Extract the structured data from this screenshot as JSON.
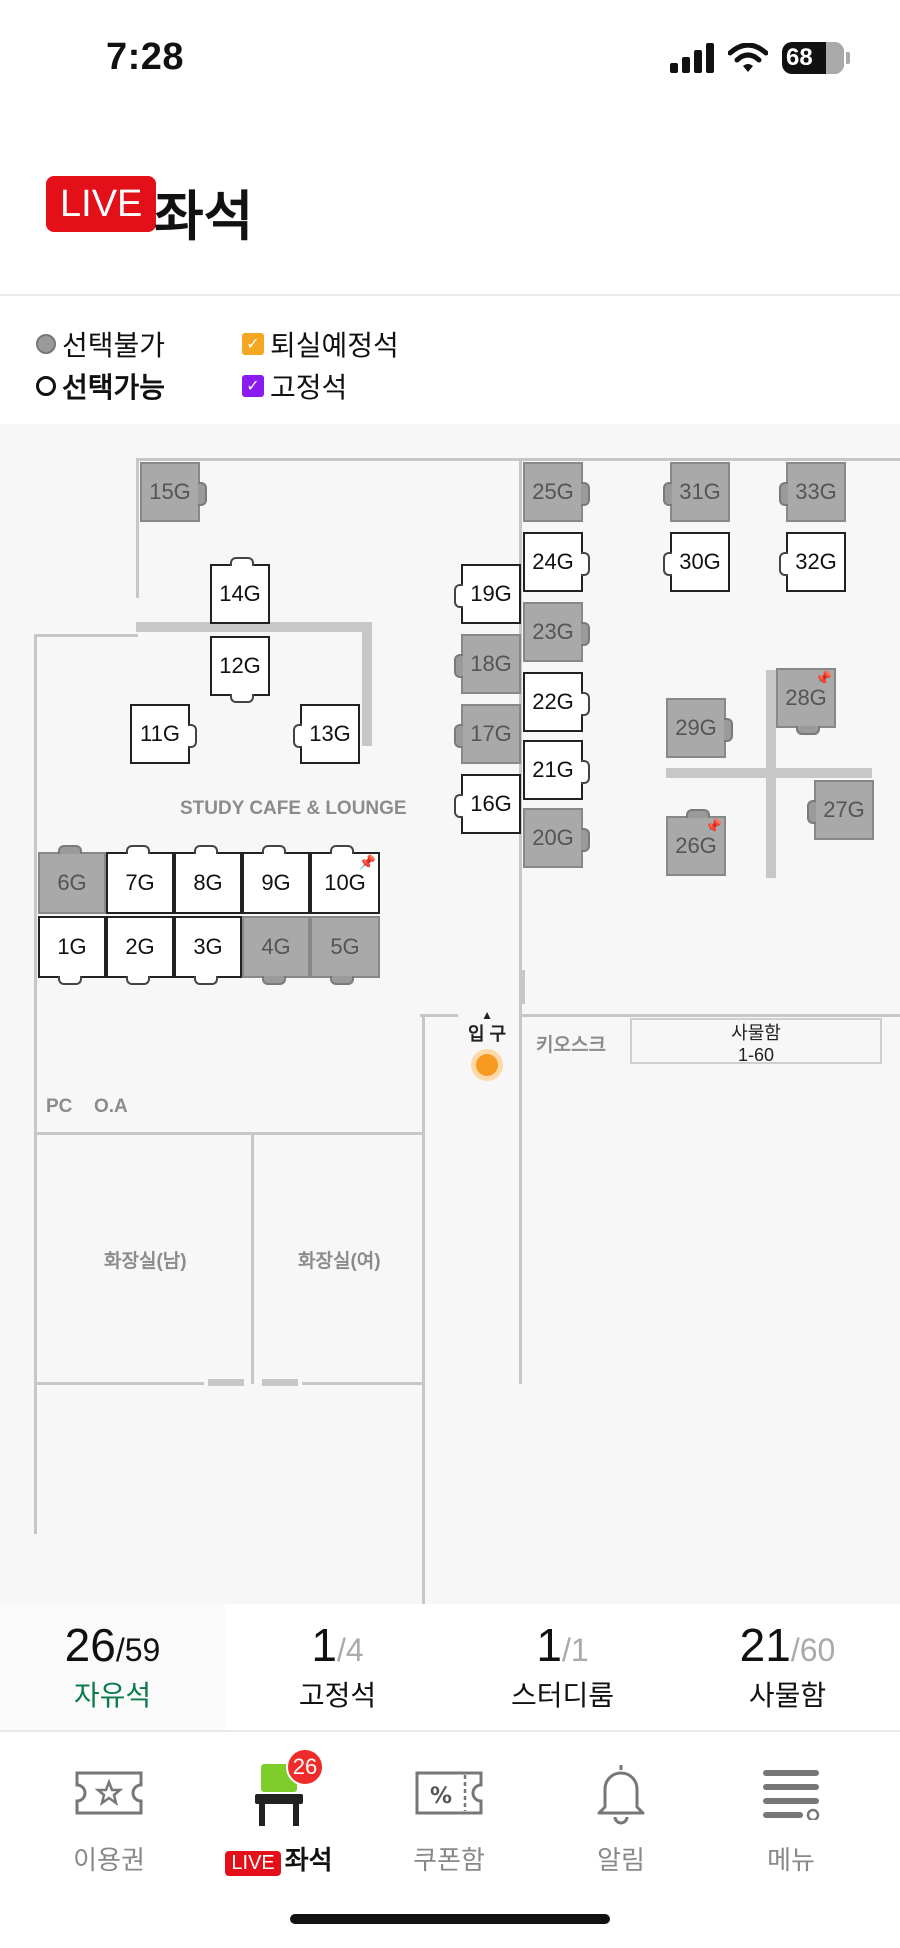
{
  "status": {
    "time": "7:28",
    "battery": "68"
  },
  "header": {
    "live": "LIVE",
    "title": "좌석"
  },
  "legend": {
    "unavailable": "선택불가",
    "available": "선택가능",
    "leaving_soon": "퇴실예정석",
    "fixed": "고정석"
  },
  "map": {
    "area_label": "STUDY CAFE & LOUNGE",
    "entrance": "입 구",
    "kiosk": "키오스크",
    "locker": "사물함",
    "locker_range": "1-60",
    "pc": "PC",
    "oa": "O.A",
    "restroom_m": "화장실(남)",
    "restroom_f": "화장실(여)",
    "seats": {
      "s15": "15G",
      "s14": "14G",
      "s12": "12G",
      "s11": "11G",
      "s13": "13G",
      "s19": "19G",
      "s18": "18G",
      "s17": "17G",
      "s16": "16G",
      "s25": "25G",
      "s24": "24G",
      "s23": "23G",
      "s22": "22G",
      "s21": "21G",
      "s20": "20G",
      "s31": "31G",
      "s30": "30G",
      "s33": "33G",
      "s32": "32G",
      "s29": "29G",
      "s28": "28G",
      "s27": "27G",
      "s26": "26G",
      "s6": "6G",
      "s7": "7G",
      "s8": "8G",
      "s9": "9G",
      "s10": "10G",
      "s1": "1G",
      "s2": "2G",
      "s3": "3G",
      "s4": "4G",
      "s5": "5G"
    }
  },
  "stats": [
    {
      "count": "26",
      "total": "/59",
      "label": "자유석"
    },
    {
      "count": "1",
      "total": "/4",
      "label": "고정석"
    },
    {
      "count": "1",
      "total": "/1",
      "label": "스터디룸"
    },
    {
      "count": "21",
      "total": "/60",
      "label": "사물함"
    }
  ],
  "tabs": {
    "pass": "이용권",
    "seat_live": "LIVE",
    "seat": "좌석",
    "seat_badge": "26",
    "coupon": "쿠폰함",
    "alarm": "알림",
    "menu": "메뉴"
  },
  "colors": {
    "live_red": "#e3101a",
    "active_green": "#0b7a4b",
    "fixed_purple": "#8a1cf0",
    "leaving_orange": "#f5a623"
  }
}
